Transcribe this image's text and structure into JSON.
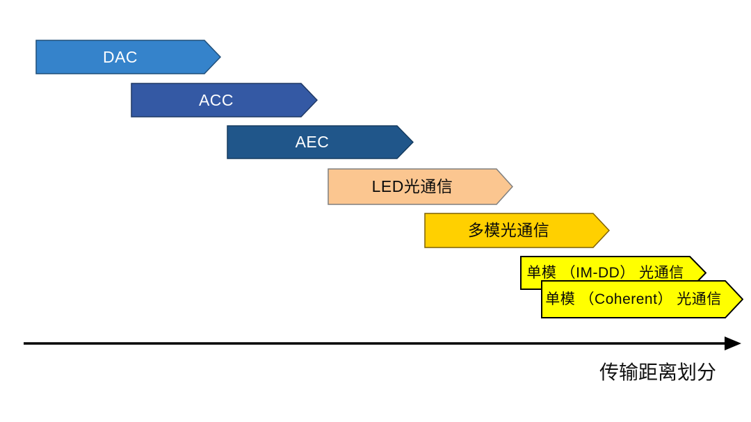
{
  "diagram": {
    "title_hint": "transmission-distance cascade of interconnect technologies",
    "axis_label": "传输距离划分",
    "axis_color": "#000000",
    "arrows": [
      {
        "label": "DAC",
        "fill": "#3583CB",
        "stroke": "#1F4E79",
        "text_color": "#FFFFFF"
      },
      {
        "label": "ACC",
        "fill": "#3459A4",
        "stroke": "#1F3864",
        "text_color": "#FFFFFF"
      },
      {
        "label": "AEC",
        "fill": "#20568A",
        "stroke": "#153B5F",
        "text_color": "#FFFFFF"
      },
      {
        "label": "LED光通信",
        "fill": "#FBC690",
        "stroke": "#7F7F7F",
        "text_color": "#000000"
      },
      {
        "label": "多模光通信",
        "fill": "#FFD000",
        "stroke": "#7F6000",
        "text_color": "#000000"
      },
      {
        "label": "单模 （IM-DD） 光通信",
        "fill": "#FFFF00",
        "stroke": "#000000",
        "text_color": "#000000"
      },
      {
        "label": "单模 （Coherent） 光通信",
        "fill": "#FFFF00",
        "stroke": "#000000",
        "text_color": "#000000"
      }
    ]
  }
}
